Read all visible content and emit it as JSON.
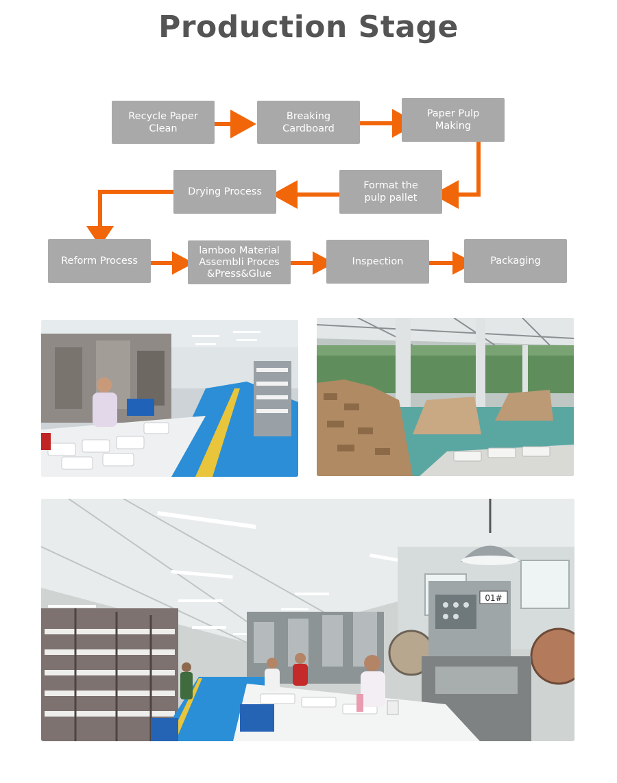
{
  "title": "Production Stage",
  "steps": [
    {
      "label": "Recycle Paper\nClean"
    },
    {
      "label": "Breaking\nCardboard"
    },
    {
      "label": "Paper Pulp\nMaking"
    },
    {
      "label": "Format the\npulp pallet"
    },
    {
      "label": "Drying Process"
    },
    {
      "label": "Reform Process"
    },
    {
      "label": "lamboo Material\nAssembli Proces\n&Press&Glue"
    },
    {
      "label": "Inspection"
    },
    {
      "label": "Packaging"
    }
  ],
  "colors": {
    "arrow": "#f2660a",
    "box": "#a9a9a9",
    "title": "#545454"
  },
  "photos": [
    {
      "machine_tag": ""
    },
    {
      "machine_tag": ""
    },
    {
      "machine_tag": "01#"
    }
  ]
}
